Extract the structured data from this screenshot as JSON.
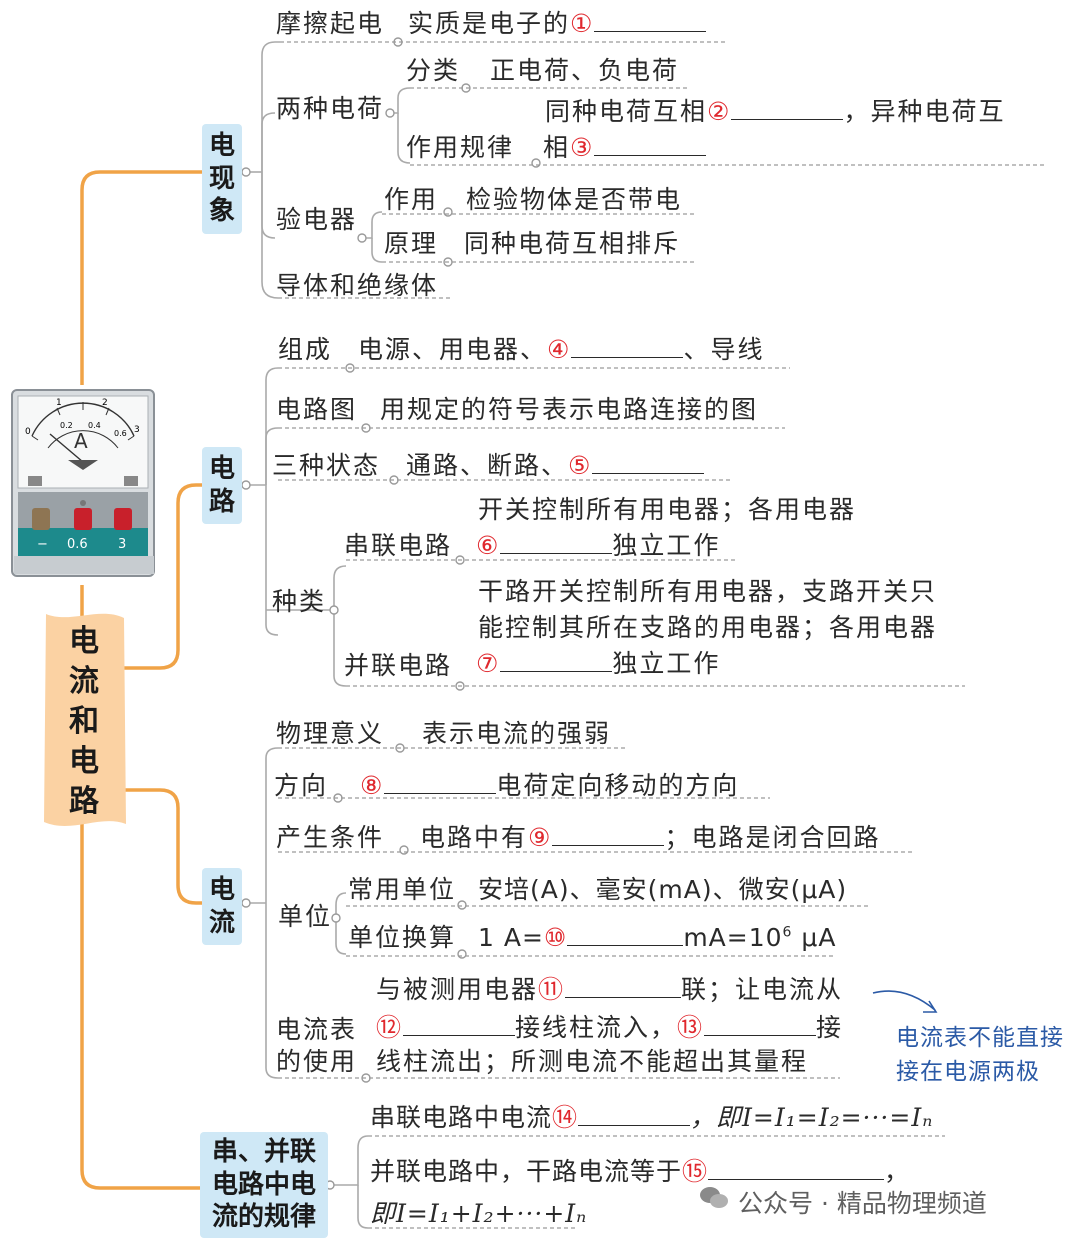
{
  "colors": {
    "accent": "#f0a347",
    "category_bg": "#cfe8f6",
    "number": "#e0282e",
    "note": "#2b5aa6",
    "dash": "#9a9a9a"
  },
  "central": {
    "title": "电流和电路"
  },
  "meter": {
    "unit": "A",
    "scale_labels": [
      "0",
      "1",
      "2",
      "3",
      "0.2",
      "0.4",
      "0.6"
    ],
    "terminals": [
      "−",
      "0.6",
      "3"
    ]
  },
  "s1": {
    "label": "电现象",
    "friction": {
      "label": "摩擦起电",
      "text": "实质是电子的",
      "num": "①"
    },
    "charges": {
      "label": "两种电荷",
      "kinds": {
        "label": "分类",
        "text": "正电荷、负电荷"
      },
      "rule": {
        "label": "作用规律",
        "text_a": "同种电荷互相",
        "num_a": "②",
        "text_b": "，异种电荷互",
        "text_c": "相",
        "num_b": "③"
      }
    },
    "electroscope": {
      "label": "验电器",
      "use": {
        "label": "作用",
        "text": "检验物体是否带电"
      },
      "principle": {
        "label": "原理",
        "text": "同种电荷互相排斥"
      }
    },
    "conductors": {
      "label": "导体和绝缘体"
    }
  },
  "s2": {
    "label": "电路",
    "composition": {
      "label": "组成",
      "text_a": "电源、用电器、",
      "num": "④",
      "text_b": "、导线"
    },
    "diagram": {
      "label": "电路图",
      "text": "用规定的符号表示电路连接的图"
    },
    "states": {
      "label": "三种状态",
      "text": "通路、断路、",
      "num": "⑤"
    },
    "types": {
      "label": "种类",
      "series": {
        "label": "串联电路",
        "text_a": "开关控制所有用电器；各用电器",
        "num": "⑥",
        "text_b": "独立工作"
      },
      "parallel": {
        "label": "并联电路",
        "text_a": "干路开关控制所有用电器，支路开关只",
        "text_b": "能控制其所在支路的用电器；各用电器",
        "num": "⑦",
        "text_c": "独立工作"
      }
    }
  },
  "s3": {
    "label": "电流",
    "meaning": {
      "label": "物理意义",
      "text": "表示电流的强弱"
    },
    "direction": {
      "label": "方向",
      "num": "⑧",
      "text": "电荷定向移动的方向"
    },
    "condition": {
      "label": "产生条件",
      "text_a": "电路中有",
      "num": "⑨",
      "text_b": "；电路是闭合回路"
    },
    "unit": {
      "label": "单位",
      "common": {
        "label": "常用单位",
        "text": "安培(A)、毫安(mA)、微安(μA)"
      },
      "convert": {
        "label": "单位换算",
        "text_a": "1 A=",
        "num": "⑩",
        "text_b": "mA=10",
        "sup": "6",
        "text_c": " μA"
      }
    },
    "ammeter": {
      "label_a": "电流表",
      "label_b": "的使用",
      "line1_a": "与被测用电器",
      "num_a": "⑪",
      "line1_b": "联；让电流从",
      "num_b": "⑫",
      "line2_a": "接线柱流入，",
      "num_c": "⑬",
      "line2_b": "接",
      "line3": "线柱流出；所测电流不能超出其量程",
      "note_a": "电流表不能直接",
      "note_b": "接在电源两极"
    }
  },
  "s4": {
    "label_a": "串、并联",
    "label_b": "电路中电",
    "label_c": "流的规律",
    "series": {
      "text": "串联电路中电流",
      "num": "⑭",
      "formula": "，即I=I₁=I₂=···=Iₙ"
    },
    "parallel": {
      "text": "并联电路中，干路电流等于",
      "num": "⑮",
      "formula": "即I=I₁+I₂+···+Iₙ"
    }
  },
  "watermark": {
    "text": "公众号 · 精品物理频道"
  }
}
